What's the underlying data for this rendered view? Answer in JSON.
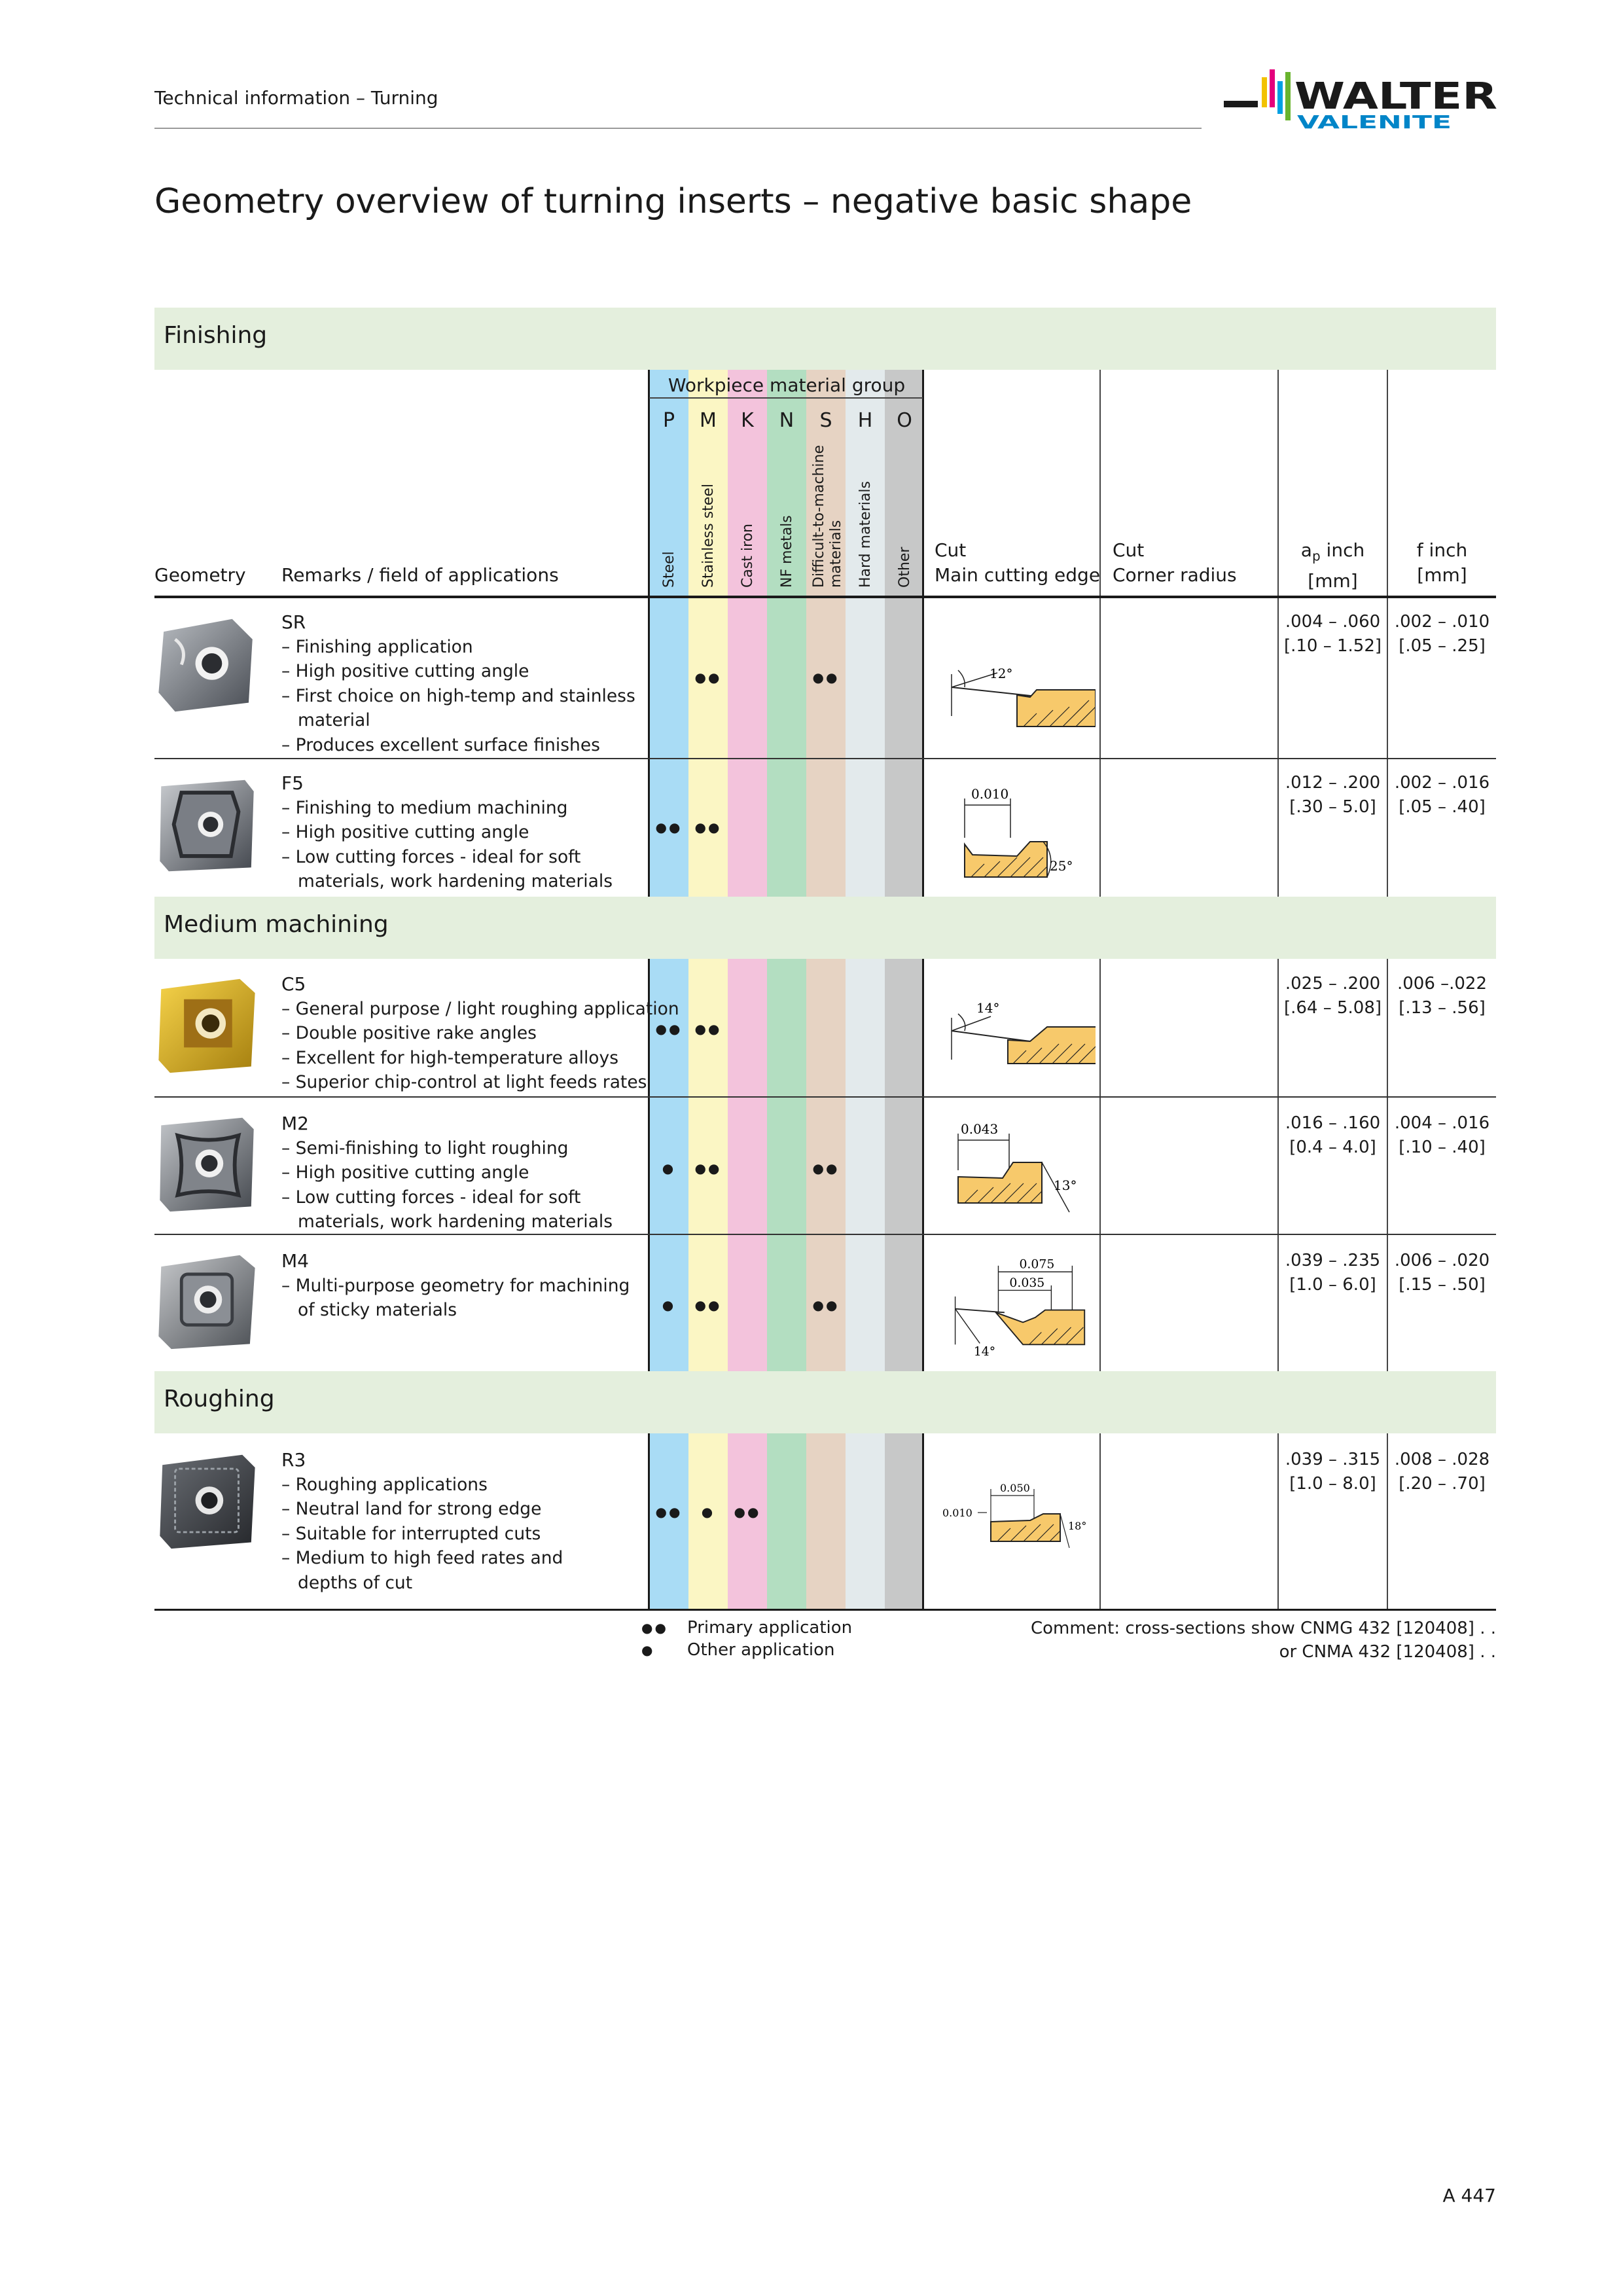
{
  "header": {
    "section": "Technical information – Turning"
  },
  "logo": {
    "brand": "WALTER",
    "sub": "VALENITE"
  },
  "page": {
    "title": "Geometry overview of turning inserts – negative basic shape",
    "number": "A 447"
  },
  "table": {
    "group_header": "Workpiece material group",
    "columns": {
      "geometry": "Geometry",
      "remarks": "Remarks / field of applications",
      "cut_main": [
        "Cut",
        "Main cutting edge"
      ],
      "cut_corner": [
        "Cut",
        "Corner radius"
      ],
      "ap": [
        "a",
        "p",
        " inch",
        "[mm]"
      ],
      "f": [
        "f inch",
        "[mm]"
      ]
    },
    "materials": [
      {
        "letter": "P",
        "name": "Steel",
        "color": "#a9dcf5"
      },
      {
        "letter": "M",
        "name": "Stainless steel",
        "color": "#fbf6c4"
      },
      {
        "letter": "K",
        "name": "Cast iron",
        "color": "#f3c3dc"
      },
      {
        "letter": "N",
        "name": "NF metals",
        "color": "#b3dec1"
      },
      {
        "letter": "S",
        "name_lines": [
          "Difficult-to-machine",
          "materials"
        ],
        "color": "#e6d3c3"
      },
      {
        "letter": "H",
        "name": "Hard materials",
        "color": "#e3eaec"
      },
      {
        "letter": "O",
        "name": "Other",
        "color": "#c7c8c8"
      }
    ],
    "sections": [
      {
        "name": "Finishing"
      },
      {
        "name": "Medium machining"
      },
      {
        "name": "Roughing"
      }
    ],
    "rows": [
      {
        "geometry": "SR",
        "remarks": [
          "– Finishing application",
          "– High positive cutting angle",
          "– First choice on high-temp and stainless material",
          "– Produces excellent surface finishes"
        ],
        "dots": {
          "M": "●●",
          "S": "●●"
        },
        "ap": [
          ".004 – .060",
          "[.10 – 1.52]"
        ],
        "f": [
          ".002 – .010",
          "[.05 – .25]"
        ],
        "cut_labels": [
          "12°"
        ]
      },
      {
        "geometry": "F5",
        "remarks": [
          "– Finishing to medium machining",
          "– High positive cutting angle",
          "– Low cutting forces - ideal for soft materials, work hardening materials"
        ],
        "dots": {
          "P": "●●",
          "M": "●●"
        },
        "ap": [
          ".012 – .200",
          "[.30 – 5.0]"
        ],
        "f": [
          ".002 – .016",
          "[.05 – .40]"
        ],
        "cut_labels": [
          "0.010",
          "25°"
        ]
      },
      {
        "geometry": "C5",
        "remarks": [
          "– General purpose / light roughing application",
          "– Double positive rake angles",
          "– Excellent for high-temperature alloys",
          "– Superior chip-control at light feeds rates"
        ],
        "dots": {
          "P": "●●",
          "M": "●●"
        },
        "ap": [
          ".025 – .200",
          "[.64 – 5.08]"
        ],
        "f": [
          ".006 –.022",
          "[.13 – .56]"
        ],
        "cut_labels": [
          "14°"
        ]
      },
      {
        "geometry": "M2",
        "remarks": [
          "– Semi-finishing to light roughing",
          "– High positive cutting angle",
          "– Low cutting forces - ideal for soft materials, work hardening materials"
        ],
        "dots": {
          "P": "●",
          "M": "●●",
          "S": "●●"
        },
        "ap": [
          ".016 – .160",
          "[0.4 – 4.0]"
        ],
        "f": [
          ".004 – .016",
          "[.10 – .40]"
        ],
        "cut_labels": [
          "0.043",
          "13°"
        ]
      },
      {
        "geometry": "M4",
        "remarks": [
          "– Multi-purpose geometry for machining of sticky materials"
        ],
        "dots": {
          "P": "●",
          "M": "●●",
          "S": "●●"
        },
        "ap": [
          ".039 – .235",
          "[1.0 – 6.0]"
        ],
        "f": [
          ".006 – .020",
          "[.15 – .50]"
        ],
        "cut_labels": [
          "0.075",
          "0.035",
          "14°"
        ]
      },
      {
        "geometry": "R3",
        "remarks": [
          "– Roughing applications",
          "– Neutral land for strong edge",
          "– Suitable for interrupted cuts",
          "– Medium to high feed rates and depths of cut"
        ],
        "dots": {
          "P": "●●",
          "M": "●",
          "K": "●●"
        },
        "ap": [
          ".039 – .315",
          "[1.0 – 8.0]"
        ],
        "f": [
          ".008 – .028",
          "[.20 – .70]"
        ],
        "cut_labels": [
          "0.050",
          "0.010",
          "18°"
        ]
      }
    ]
  },
  "legend": {
    "primary_symbol": "●●",
    "primary": "Primary application",
    "other_symbol": "●",
    "other": "Other application"
  },
  "comment": [
    "Comment: cross-sections show CNMG 432 [120408] . .",
    "or CNMA 432 [120408] . ."
  ]
}
